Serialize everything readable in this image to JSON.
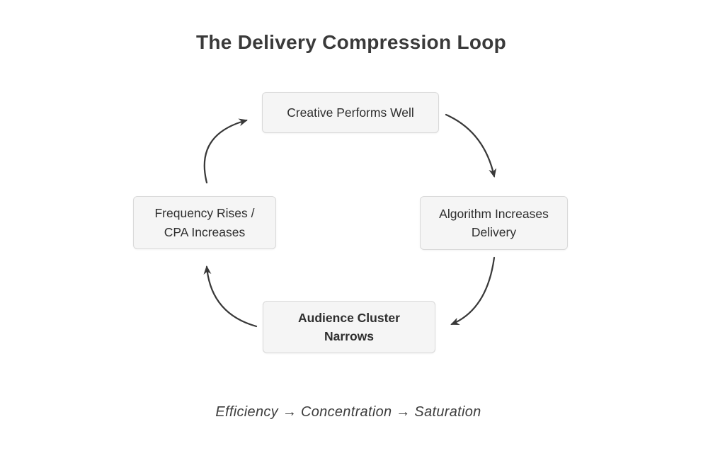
{
  "title": "The Delivery Compression Loop",
  "diagram": {
    "type": "cycle",
    "nodes": [
      {
        "id": "creative-performs-well",
        "label": "Creative Performs Well",
        "position": "top"
      },
      {
        "id": "algorithm-increases-delivery",
        "label": "Algorithm Increases Delivery",
        "position": "right"
      },
      {
        "id": "audience-cluster-narrows",
        "label": "Audience Cluster Narrows",
        "position": "bottom"
      },
      {
        "id": "frequency-rises-cpa-increases",
        "label": "Frequency Rises / CPA Increases",
        "position": "left"
      }
    ],
    "edges": [
      {
        "from": "Creative Performs Well",
        "to": "Algorithm Increases Delivery"
      },
      {
        "from": "Algorithm Increases Delivery",
        "to": "Audience Cluster Narrows"
      },
      {
        "from": "Audience Cluster Narrows",
        "to": "Frequency Rises / CPA Increases"
      },
      {
        "from": "Frequency Rises / CPA Increases",
        "to": "Creative Performs Well"
      }
    ],
    "flow_direction": "clockwise"
  },
  "caption": "Efficiency → Concentration → Saturation",
  "colors": {
    "background": "#ffffff",
    "node_fill": "#f5f5f5",
    "node_border": "#d9d9d9",
    "node_text": "#2e2e2e",
    "title_text": "#3a3a3a",
    "arrow": "#383838"
  }
}
